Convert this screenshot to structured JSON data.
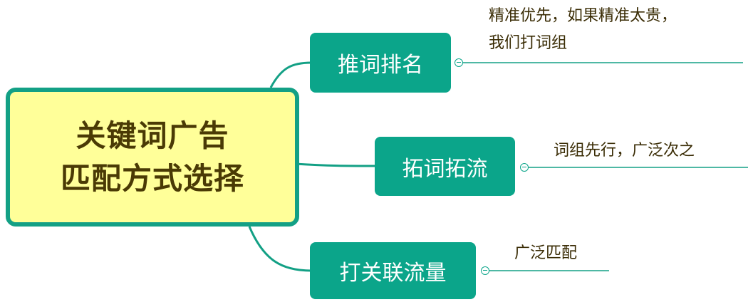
{
  "central": {
    "line1": "关键词广告",
    "line2": "匹配方式选择"
  },
  "branches": [
    {
      "label": "推词排名",
      "note_lines": [
        "精准优先，如果精准太贵，",
        "我们打词组"
      ]
    },
    {
      "label": "拓词拓流",
      "note_lines": [
        "词组先行，广泛次之"
      ]
    },
    {
      "label": "打关联流量",
      "note_lines": [
        "广泛匹配"
      ]
    }
  ],
  "colors": {
    "node": "#0ba58a",
    "central_fill": "#ffff99",
    "central_border": "#13a085",
    "central_text": "#4a3a05"
  }
}
